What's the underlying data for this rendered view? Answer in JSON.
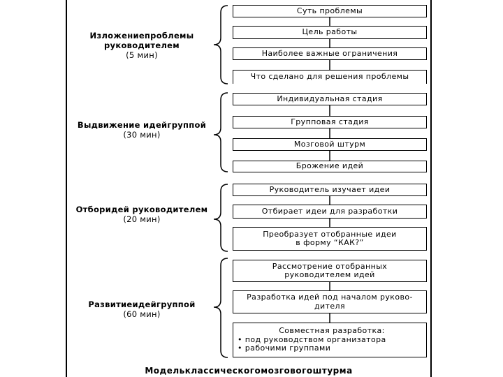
{
  "groups": [
    {
      "title": "Изложениепроблемы руководителем",
      "duration": "(5 мин)",
      "steps": [
        "Суть проблемы",
        "Цель работы",
        "Наиболее важные ограничения",
        "Что сделано для решения проблемы"
      ]
    },
    {
      "title": "Выдвижение идейгруппой",
      "duration": "(30 мин)",
      "steps": [
        "Индивидуальная стадия",
        "Групповая стадия",
        "Мозговой штурм",
        "Брожение идей"
      ]
    },
    {
      "title": "Отборидей руководителем",
      "duration": "(20 мин)",
      "steps": [
        "Руководитель изучает идеи",
        "Отбирает идеи для разработки",
        "Преобразует отобранные идеи\nв форму “КАК?”"
      ]
    },
    {
      "title": "Развитиеидейгруппой",
      "duration": "(60 мин)",
      "steps": [
        "Рассмотрение отобранных\nруководителем идей",
        "Разработка идей под началом руково-\nдителя"
      ],
      "last_step": {
        "title": "Совместная разработка:",
        "bullets": [
          "под руководством организатора",
          "рабочими группами"
        ]
      }
    }
  ],
  "footer": "Модельклассическогомозговогоштурма"
}
